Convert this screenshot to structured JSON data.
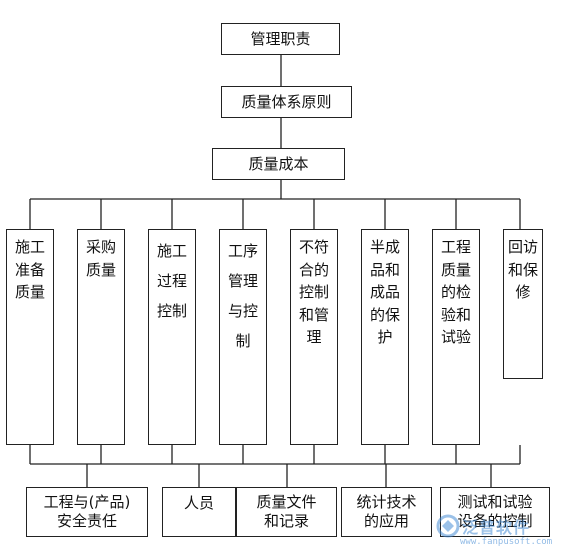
{
  "top": {
    "responsibility": "管理职责",
    "principle": "质量体系原则",
    "cost": "质量成本"
  },
  "middle": [
    "施工准备质量",
    "采购质量",
    "施工过程控制",
    "工序管理与控制",
    "不符合的控制和管理",
    "半成品和成品的保护",
    "工程质量的检验和试验",
    "回访和保修"
  ],
  "bottom": [
    {
      "line1": "工程与(产品)",
      "line2": "安全责任"
    },
    {
      "line1": "人员",
      "line2": ""
    },
    {
      "line1": "质量文件",
      "line2": "和记录"
    },
    {
      "line1": "统计技术",
      "line2": "的应用"
    },
    {
      "line1": "测试和试验",
      "line2": "设备的控制"
    }
  ],
  "watermark": {
    "brand": "泛普软件",
    "url": "www.fanpusoft.com"
  },
  "colors": {
    "line": "#222222",
    "watermark": "#4a8fd6"
  }
}
